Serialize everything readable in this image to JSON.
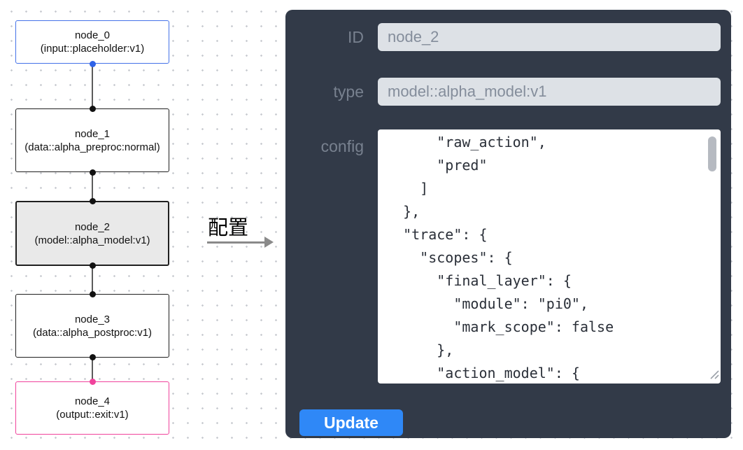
{
  "flowchart": {
    "nodes": [
      {
        "name": "node_0",
        "type": "(input::placeholder:v1)"
      },
      {
        "name": "node_1",
        "type": "(data::alpha_preproc:normal)"
      },
      {
        "name": "node_2",
        "type": "(model::alpha_model:v1)"
      },
      {
        "name": "node_3",
        "type": "(data::alpha_postproc:v1)"
      },
      {
        "name": "node_4",
        "type": "(output::exit:v1)"
      }
    ],
    "colors": {
      "input_node_border": "#4472e8",
      "default_node_border": "#1f1f1f",
      "output_node_border": "#f0439c",
      "selected_node_bg": "#e9e9e9"
    }
  },
  "arrow": {
    "label": "配置"
  },
  "panel": {
    "id_field": {
      "label": "ID",
      "value": "node_2"
    },
    "type_field": {
      "label": "type",
      "value": "model::alpha_model:v1"
    },
    "config_field": {
      "label": "config",
      "value": "      \"raw_action\",\n      \"pred\"\n    ]\n  },\n  \"trace\": {\n    \"scopes\": {\n      \"final_layer\": {\n        \"module\": \"pi0\",\n        \"mark_scope\": false\n      },\n      \"action_model\": {"
    },
    "update_button": "Update",
    "colors": {
      "panel_bg": "#323a48",
      "button_bg": "#2f88f7",
      "input_bg": "#dde1e6"
    }
  }
}
